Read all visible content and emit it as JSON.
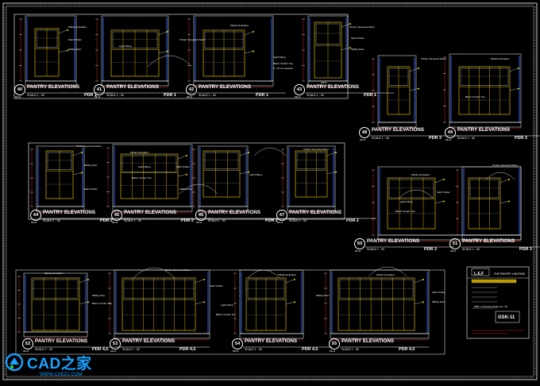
{
  "elevations": [
    {
      "num": "40",
      "title": "PANTRY ELEVATIONS",
      "scale": "SCALE 1 : 30",
      "room": "PDR 1",
      "sub": "ML11"
    },
    {
      "num": "41",
      "title": "PANTRY ELEVATIONS",
      "scale": "SCALE 1 : 30",
      "room": "PDR 1",
      "sub": "ML11"
    },
    {
      "num": "42",
      "title": "PANTRY ELEVATIONS",
      "scale": "SCALE 1 : 30",
      "room": "PDR 1",
      "sub": "ML11"
    },
    {
      "num": "43",
      "title": "PANTRY ELEVATIONS",
      "scale": "SCALE 1 : 30",
      "room": "PDR 1",
      "sub": "ML11"
    },
    {
      "num": "48",
      "title": "PANTRY ELEVATIONS",
      "scale": "SCALE 1 : 30",
      "room": "PDR 3",
      "sub": "ML11"
    },
    {
      "num": "49",
      "title": "PANTRY ELEVATIONS",
      "scale": "SCALE 1 : 30",
      "room": "PDR 3",
      "sub": "ML11"
    },
    {
      "num": "44",
      "title": "PANTRY ELEVATIONS",
      "scale": "SCALE 1 : 30",
      "room": "PDR 2",
      "sub": "ML11"
    },
    {
      "num": "45",
      "title": "PANTRY ELEVATIONS",
      "scale": "SCALE 1 : 30",
      "room": "PDR 2",
      "sub": "ML11"
    },
    {
      "num": "46",
      "title": "PANTRY ELEVATIONS",
      "scale": "SCALE 1 : 30",
      "room": "PDR 2",
      "sub": "ML11"
    },
    {
      "num": "47",
      "title": "PANTRY ELEVATIONS",
      "scale": "SCALE 1 : 30",
      "room": "PDR 2",
      "sub": "ML11"
    },
    {
      "num": "50",
      "title": "PANTRY ELEVATIONS",
      "scale": "SCALE 1 : 30",
      "room": "PDR 3",
      "sub": "ML11"
    },
    {
      "num": "51",
      "title": "PANTRY ELEVATIONS",
      "scale": "SCALE 1 : 30",
      "room": "PDR 3",
      "sub": "ML11"
    },
    {
      "num": "52",
      "title": "PANTRY ELEVATIONS",
      "scale": "SCALE 1 : 30",
      "room": "PDR 4,5",
      "sub": "ML11"
    },
    {
      "num": "53",
      "title": "PANTRY ELEVATIONS",
      "scale": "SCALE 1 : 30",
      "room": "PDR 4,5",
      "sub": "ML11"
    },
    {
      "num": "54",
      "title": "PANTRY ELEVATIONS",
      "scale": "SCALE 1 : 30",
      "room": "PDR 4,5",
      "sub": "ML11"
    },
    {
      "num": "55",
      "title": "PANTRY ELEVATIONS",
      "scale": "SCALE 1 : 30",
      "room": "PDR 4,5",
      "sub": "ML11"
    }
  ],
  "notes": {
    "plastic_laminated": "Plastic laminated",
    "sliding_door": "Sliding Door",
    "solid_timber": "Solid Timber",
    "light_fitting": "Light Fitting",
    "timber_veneered_panel": "Timber Veneered Panel",
    "black_corian_top": "Black \"Corian\" Top",
    "sink_note": "Tr. 12 mm upstand",
    "dimension": "M233"
  },
  "title_block": {
    "code": "L.E.F",
    "header": "THE PANTRY LIGHTING",
    "drawing_no": "GSK-11",
    "line1": "PDR 1-5 Service Pantry 40 - 55"
  },
  "logo": {
    "name": "CAD之家",
    "url": "WWW.CADZJ.COM"
  },
  "colors": {
    "background": "#000000",
    "lines": "#ffffff",
    "detail": "#ffd400",
    "accent_blue": "#2f6bff",
    "accent_red": "#ff3030",
    "logo_blue": "#1aa0ff"
  }
}
